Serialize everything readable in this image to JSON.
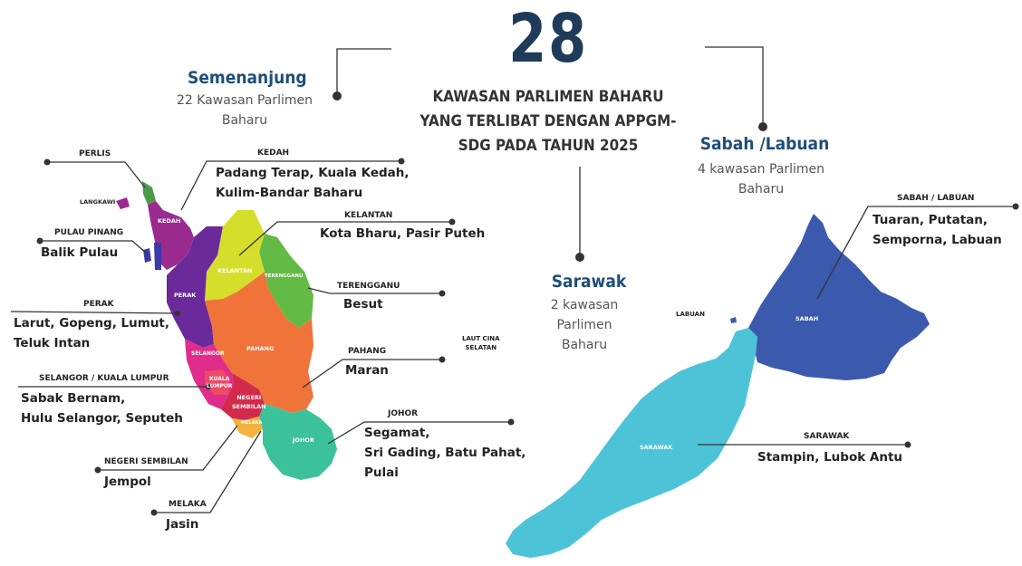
{
  "header": {
    "count": "28",
    "headline_lines": [
      "KAWASAN PARLIMEN BAHARU",
      "YANG TERLIBAT DENGAN APPGM-",
      "SDG PADA TAHUN 2025"
    ]
  },
  "regions": {
    "semenanjung": {
      "title": "Semenanjung",
      "sub_lines": [
        "22 Kawasan Parlimen",
        "Baharu"
      ]
    },
    "sabah_labuan": {
      "title": "Sabah /Labuan",
      "sub_lines": [
        "4 kawasan Parlimen",
        "Baharu"
      ]
    },
    "sarawak": {
      "title": "Sarawak",
      "sub_lines": [
        "2 kawasan",
        "Parlimen",
        "Baharu"
      ]
    }
  },
  "states": {
    "perlis": {
      "label": "PERLIS"
    },
    "langkawi": {
      "label": "LANGKAWI"
    },
    "kedah": {
      "label": "KEDAH",
      "map_label": "KEDAH",
      "areas": [
        "Padang Terap, Kuala Kedah,",
        "Kulim-Bandar Baharu"
      ]
    },
    "pulau_pinang": {
      "label": "PULAU PINANG",
      "areas": [
        "Balik Pulau"
      ]
    },
    "kelantan": {
      "label": "KELANTAN",
      "map_label": "KELANTAN",
      "areas": [
        "Kota Bharu, Pasir Puteh"
      ]
    },
    "terengganu": {
      "label": "TERENGGANU",
      "map_label": "TERENGGANU",
      "areas": [
        "Besut"
      ]
    },
    "perak": {
      "label": "PERAK",
      "map_label": "PERAK",
      "areas": [
        "Larut, Gopeng, Lumut,",
        "Teluk Intan"
      ]
    },
    "pahang": {
      "label": "PAHANG",
      "map_label": "PAHANG",
      "areas": [
        "Maran"
      ]
    },
    "selangor_kl": {
      "label": "SELANGOR / KUALA LUMPUR",
      "map_label": "SELANGOR",
      "map_label_kl": [
        "KUALA",
        "LUMPUR"
      ],
      "areas": [
        "Sabak Bernam,",
        "Hulu Selangor, Seputeh"
      ]
    },
    "negeri_sembilan": {
      "label": "NEGERI SEMBILAN",
      "map_label": [
        "NEGERI",
        "SEMBILAN"
      ],
      "areas": [
        "Jempol"
      ]
    },
    "melaka": {
      "label": "MELAKA",
      "map_label": "MELAKA",
      "areas": [
        "Jasin"
      ]
    },
    "johor": {
      "label": "JOHOR",
      "map_label": "JOHOR",
      "areas": [
        "Segamat,",
        "Sri Gading, Batu Pahat,",
        "Pulai"
      ]
    },
    "sabah_labuan": {
      "label": "SABAH / LABUAN",
      "map_label": "SABAH",
      "map_label_labuan": "LABUAN",
      "areas": [
        "Tuaran, Putatan,",
        "Semporna, Labuan"
      ]
    },
    "sarawak": {
      "label": "SARAWAK",
      "map_label": "SARAWAK",
      "areas": [
        "Stampin, Lubok Antu"
      ]
    }
  },
  "sea": {
    "label_lines": [
      "LAUT CINA",
      "SELATAN"
    ]
  },
  "colors": {
    "navy": "#1f3b5a",
    "region_title": "#1f4e79",
    "perlis": "#4a9a4a",
    "kedah": "#9b2a8f",
    "pulau_pinang": "#3a3aa8",
    "kelantan": "#d6de2c",
    "terengganu": "#63bb45",
    "perak": "#6a2a9a",
    "pahang": "#f0733a",
    "selangor": "#e02c8a",
    "kl": "#ef4a66",
    "negeri_sembilan": "#d22a4a",
    "melaka": "#f3b33d",
    "johor": "#3cc29a",
    "sabah": "#3b5aad",
    "sarawak": "#4dc3d8"
  }
}
